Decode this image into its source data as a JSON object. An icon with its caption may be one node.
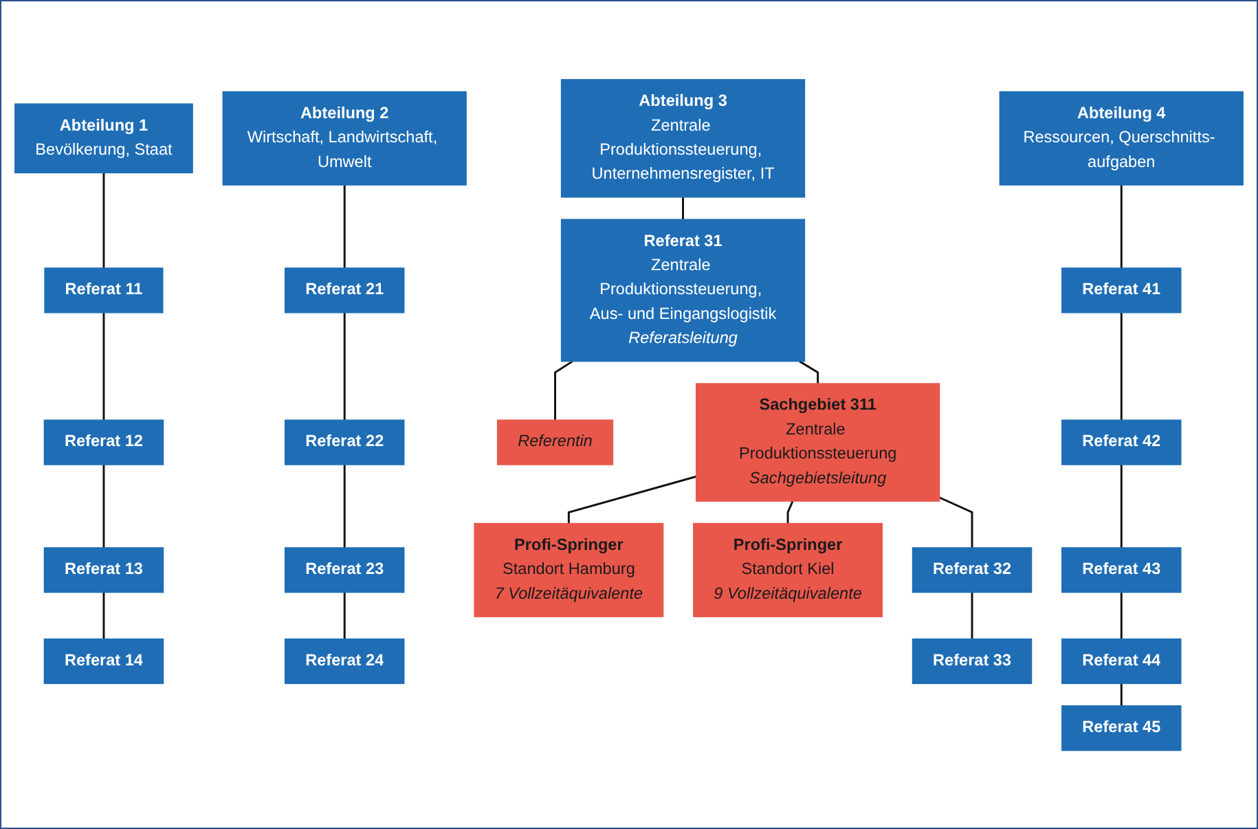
{
  "diagram": {
    "nodes": [
      {
        "text": [
          "Abteilung 1",
          "Bevölkerung, Staat"
        ]
      },
      {
        "text": [
          "Referat 11"
        ]
      },
      {
        "text": [
          "Referat 12"
        ]
      },
      {
        "text": [
          "Referat 13"
        ]
      },
      {
        "text": [
          "Referat 14"
        ]
      },
      {
        "text": [
          "Abteilung 2",
          "Wirtschaft, Landwirtschaft, Umwelt"
        ]
      },
      {
        "text": [
          "Referat 21"
        ]
      },
      {
        "text": [
          "Referat 22"
        ]
      },
      {
        "text": [
          "Referat 23"
        ]
      },
      {
        "text": [
          "Referat 24"
        ]
      },
      {
        "text": [
          "Abteilung 3",
          "Zentrale Produktionssteuerung, Unternehmensregister, IT"
        ]
      },
      {
        "text": [
          "Referat 31",
          "Zentrale Produktionssteuerung, Aus- und Eingangslogistik",
          "Referatsleitung"
        ]
      },
      {
        "text": [
          "Referentin"
        ]
      },
      {
        "text": [
          "Sachgebiet 311",
          "Zentrale Produktionssteuerung",
          "Sachgebietsleitung"
        ]
      },
      {
        "text": [
          "Profi-Springer",
          "Standort Hamburg",
          "7 Vollzeitäquivalente"
        ]
      },
      {
        "text": [
          "Profi-Springer",
          "Standort Kiel",
          "9 Vollzeitäquivalente"
        ]
      },
      {
        "text": [
          "Referat 32"
        ]
      },
      {
        "text": [
          "Referat 33"
        ]
      },
      {
        "text": [
          "Abteilung 4",
          "Ressourcen, Querschnitts- aufgaben"
        ]
      },
      {
        "text": [
          "Referat 41"
        ]
      },
      {
        "text": [
          "Referat 42"
        ]
      },
      {
        "text": [
          "Referat 43"
        ]
      },
      {
        "text": [
          "Referat 44"
        ]
      },
      {
        "text": [
          "Referat 45"
        ]
      }
    ],
    "edges": [
      {
        "from": 0,
        "to": 1,
        "arrow": "none"
      },
      {
        "from": 1,
        "to": 2,
        "arrow": "none"
      },
      {
        "from": 2,
        "to": 3,
        "arrow": "none"
      },
      {
        "from": 3,
        "to": 4,
        "arrow": "none"
      },
      {
        "from": 5,
        "to": 6,
        "arrow": "none"
      },
      {
        "from": 6,
        "to": 7,
        "arrow": "none"
      },
      {
        "from": 7,
        "to": 8,
        "arrow": "none"
      },
      {
        "from": 8,
        "to": 9,
        "arrow": "none"
      },
      {
        "from": 10,
        "to": 11,
        "arrow": "none"
      },
      {
        "from": 11,
        "to": 12,
        "arrow": "none"
      },
      {
        "from": 11,
        "to": 13,
        "arrow": "none"
      },
      {
        "from": 13,
        "to": 14,
        "arrow": "none"
      },
      {
        "from": 13,
        "to": 15,
        "arrow": "none"
      },
      {
        "from": 13,
        "to": 16,
        "arrow": "none"
      },
      {
        "from": 16,
        "to": 17,
        "arrow": "none"
      },
      {
        "from": 18,
        "to": 19,
        "arrow": "none"
      },
      {
        "from": 19,
        "to": 20,
        "arrow": "none"
      },
      {
        "from": 20,
        "to": 21,
        "arrow": "none"
      },
      {
        "from": 21,
        "to": 22,
        "arrow": "none"
      },
      {
        "from": 22,
        "to": 23,
        "arrow": "none"
      }
    ]
  }
}
